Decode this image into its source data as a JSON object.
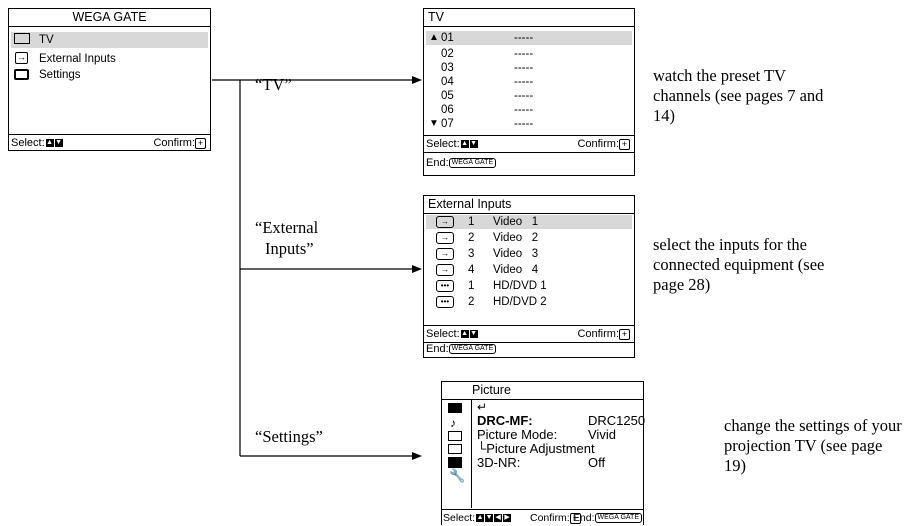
{
  "wega_menu": {
    "title": "WEGA GATE",
    "items": [
      {
        "label": "TV",
        "icon": "tv-icon"
      },
      {
        "label": "External Inputs",
        "icon": "input-icon"
      },
      {
        "label": "Settings",
        "icon": "toolbox-icon"
      }
    ],
    "select_label": "Select:",
    "confirm_label": "Confirm:"
  },
  "labels": {
    "tv": "“TV”",
    "external_line1": "“External",
    "external_line2": "Inputs”",
    "settings": "“Settings”"
  },
  "tv_menu": {
    "title": "TV",
    "channels": [
      {
        "num": "01",
        "name": "-----"
      },
      {
        "num": "02",
        "name": "-----"
      },
      {
        "num": "03",
        "name": "-----"
      },
      {
        "num": "04",
        "name": "-----"
      },
      {
        "num": "05",
        "name": "-----"
      },
      {
        "num": "06",
        "name": "-----"
      },
      {
        "num": "07",
        "name": "-----"
      }
    ],
    "select_label": "Select:",
    "confirm_label": "Confirm:",
    "end_label": "End:",
    "end_key": "WEGA GATE"
  },
  "ext_menu": {
    "title": "External Inputs",
    "inputs": [
      {
        "num": "1",
        "name": "Video   1"
      },
      {
        "num": "2",
        "name": "Video   2"
      },
      {
        "num": "3",
        "name": "Video   3"
      },
      {
        "num": "4",
        "name": "Video   4"
      },
      {
        "num": "1",
        "name": "HD/DVD 1"
      },
      {
        "num": "2",
        "name": "HD/DVD 2"
      }
    ],
    "select_label": "Select:",
    "confirm_label": "Confirm:",
    "end_label": "End:",
    "end_key": "WEGA GATE"
  },
  "settings_menu": {
    "title": "Picture",
    "drc_label": "DRC-MF:",
    "drc_value": "DRC1250",
    "mode_label": "Picture Mode:",
    "mode_value": "Vivid",
    "adjust_label": "Picture Adjustment",
    "nr_label": "3D-NR:",
    "nr_value": "Off",
    "select_label": "Select:",
    "confirm_label": "Confirm:",
    "end_label": "End:",
    "end_key": "WEGA GATE"
  },
  "descriptions": {
    "tv": "watch the preset TV channels (see pages 7 and 14)",
    "ext": "select the inputs for the connected equipment (see page 28)",
    "settings": "change the settings of your projection TV (see page 19)"
  }
}
